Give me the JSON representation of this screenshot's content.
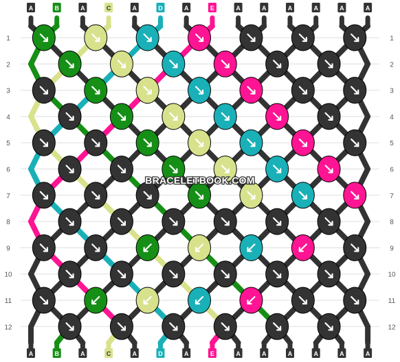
{
  "colors": {
    "A": "#333333",
    "B": "#168f16",
    "C": "#d8e28c",
    "D": "#1ab0b8",
    "E": "#ff1493",
    "background": "#ffffff",
    "gridline": "#dddddd",
    "arrow": "#ffffff"
  },
  "watermark": "BRACELETBOOK.COM",
  "strings_top": [
    "A",
    "B",
    "A",
    "C",
    "A",
    "D",
    "A",
    "E",
    "A",
    "A",
    "A",
    "A",
    "A",
    "A"
  ],
  "strings_bottom": [
    "A",
    "B",
    "A",
    "C",
    "A",
    "D",
    "A",
    "E",
    "A",
    "A",
    "A",
    "A",
    "A",
    "A"
  ],
  "row_labels": [
    "1",
    "2",
    "3",
    "4",
    "5",
    "6",
    "7",
    "8",
    "9",
    "10",
    "11",
    "12"
  ],
  "knots": [
    [
      "B",
      "C",
      "D",
      "E",
      "A",
      "A",
      "A"
    ],
    [
      "B",
      "C",
      "D",
      "E",
      "A",
      "A"
    ],
    [
      "A",
      "B",
      "C",
      "D",
      "E",
      "A",
      "A"
    ],
    [
      "A",
      "B",
      "C",
      "D",
      "E",
      "A"
    ],
    [
      "A",
      "A",
      "B",
      "C",
      "D",
      "E",
      "A"
    ],
    [
      "A",
      "A",
      "B",
      "C",
      "D",
      "E"
    ],
    [
      "A",
      "A",
      "A",
      "B",
      "C",
      "D",
      "E"
    ],
    [
      "A",
      "A",
      "A",
      "A",
      "A",
      "A"
    ],
    [
      "A",
      "A",
      "B",
      "C",
      "D",
      "E",
      "A"
    ],
    [
      "A",
      "A",
      "A",
      "A",
      "A",
      "A"
    ],
    [
      "A",
      "B",
      "C",
      "D",
      "E",
      "A",
      "A"
    ],
    [
      "A",
      "A",
      "A",
      "A",
      "A",
      "A"
    ]
  ],
  "knot_arrows": [
    [
      "se",
      "se",
      "se",
      "se",
      "se",
      "se",
      "se"
    ],
    [
      "se",
      "se",
      "se",
      "se",
      "se",
      "se"
    ],
    [
      "se",
      "se",
      "se",
      "se",
      "se",
      "se",
      "se"
    ],
    [
      "se",
      "se",
      "se",
      "se",
      "se",
      "se"
    ],
    [
      "se",
      "se",
      "se",
      "se",
      "se",
      "se",
      "se"
    ],
    [
      "se",
      "se",
      "se",
      "se",
      "se",
      "se"
    ],
    [
      "se",
      "se",
      "se",
      "se",
      "se",
      "se",
      "se"
    ],
    [
      "se",
      "se",
      "se",
      "se",
      "se",
      "se"
    ],
    [
      "se",
      "se",
      "sw",
      "sw",
      "sw",
      "sw",
      "se"
    ],
    [
      "se",
      "se",
      "se",
      "se",
      "se",
      "se"
    ],
    [
      "se",
      "sw",
      "sw",
      "sw",
      "sw",
      "se",
      "se"
    ],
    [
      "se",
      "se",
      "se",
      "se",
      "se",
      "se"
    ]
  ]
}
